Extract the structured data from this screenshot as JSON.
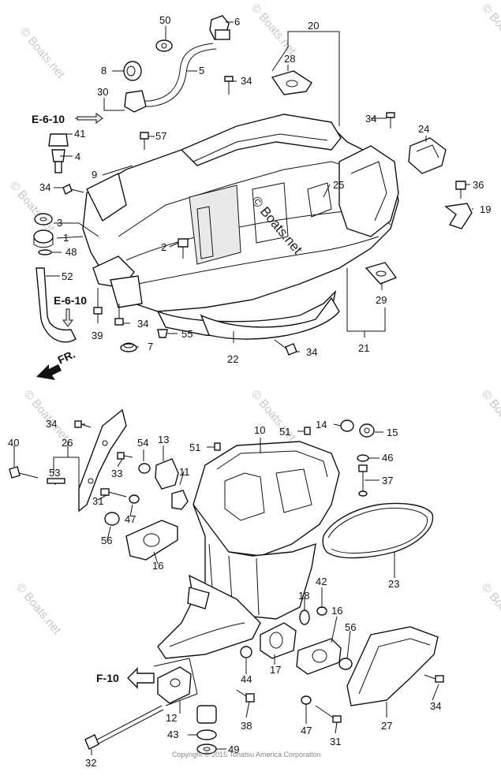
{
  "callouts": [
    {
      "id": "c50",
      "text": "50"
    },
    {
      "id": "c6",
      "text": "6"
    },
    {
      "id": "c20",
      "text": "20"
    },
    {
      "id": "c28",
      "text": "28"
    },
    {
      "id": "c8",
      "text": "8"
    },
    {
      "id": "c5",
      "text": "5"
    },
    {
      "id": "c34a",
      "text": "34"
    },
    {
      "id": "c30",
      "text": "30"
    },
    {
      "id": "c34b",
      "text": "34"
    },
    {
      "id": "c41",
      "text": "41"
    },
    {
      "id": "c57",
      "text": "57"
    },
    {
      "id": "c24",
      "text": "24"
    },
    {
      "id": "c4",
      "text": "4"
    },
    {
      "id": "c9",
      "text": "9"
    },
    {
      "id": "c34c",
      "text": "34"
    },
    {
      "id": "c25",
      "text": "25"
    },
    {
      "id": "c36",
      "text": "36"
    },
    {
      "id": "c19",
      "text": "19"
    },
    {
      "id": "c3",
      "text": "3"
    },
    {
      "id": "c1",
      "text": "1"
    },
    {
      "id": "c48",
      "text": "48"
    },
    {
      "id": "c2",
      "text": "2"
    },
    {
      "id": "c52",
      "text": "52"
    },
    {
      "id": "c29",
      "text": "29"
    },
    {
      "id": "c39",
      "text": "39"
    },
    {
      "id": "c34d",
      "text": "34"
    },
    {
      "id": "c55",
      "text": "55"
    },
    {
      "id": "c7",
      "text": "7"
    },
    {
      "id": "c21",
      "text": "21"
    },
    {
      "id": "c34e",
      "text": "34"
    },
    {
      "id": "c22",
      "text": "22"
    },
    {
      "id": "c34f",
      "text": "34"
    },
    {
      "id": "c26",
      "text": "26"
    },
    {
      "id": "c40",
      "text": "40"
    },
    {
      "id": "c54",
      "text": "54"
    },
    {
      "id": "c13",
      "text": "13"
    },
    {
      "id": "c51a",
      "text": "51"
    },
    {
      "id": "c10",
      "text": "10"
    },
    {
      "id": "c51b",
      "text": "51"
    },
    {
      "id": "c14",
      "text": "14"
    },
    {
      "id": "c15",
      "text": "15"
    },
    {
      "id": "c46",
      "text": "46"
    },
    {
      "id": "c53",
      "text": "53"
    },
    {
      "id": "c33",
      "text": "33"
    },
    {
      "id": "c11",
      "text": "11"
    },
    {
      "id": "c37",
      "text": "37"
    },
    {
      "id": "c31a",
      "text": "31"
    },
    {
      "id": "c47a",
      "text": "47"
    },
    {
      "id": "c56a",
      "text": "56"
    },
    {
      "id": "c16a",
      "text": "16"
    },
    {
      "id": "c23",
      "text": "23"
    },
    {
      "id": "c42",
      "text": "42"
    },
    {
      "id": "c18",
      "text": "18"
    },
    {
      "id": "c16b",
      "text": "16"
    },
    {
      "id": "c56b",
      "text": "56"
    },
    {
      "id": "c17",
      "text": "17"
    },
    {
      "id": "c44",
      "text": "44"
    },
    {
      "id": "c34g",
      "text": "34"
    },
    {
      "id": "c12",
      "text": "12"
    },
    {
      "id": "c38",
      "text": "38"
    },
    {
      "id": "c47b",
      "text": "47"
    },
    {
      "id": "c27",
      "text": "27"
    },
    {
      "id": "c43",
      "text": "43"
    },
    {
      "id": "c49",
      "text": "49"
    },
    {
      "id": "c31b",
      "text": "31"
    },
    {
      "id": "c32",
      "text": "32"
    }
  ],
  "references": {
    "e610_top": "E-6-10",
    "e610_mid": "E-6-10",
    "f10": "F-10",
    "front": "FR."
  },
  "watermarks": {
    "small": "© Boats.net",
    "center": "© Boats.net"
  },
  "copyright": "Copyright © 2015 Tohatsu America Corporation"
}
